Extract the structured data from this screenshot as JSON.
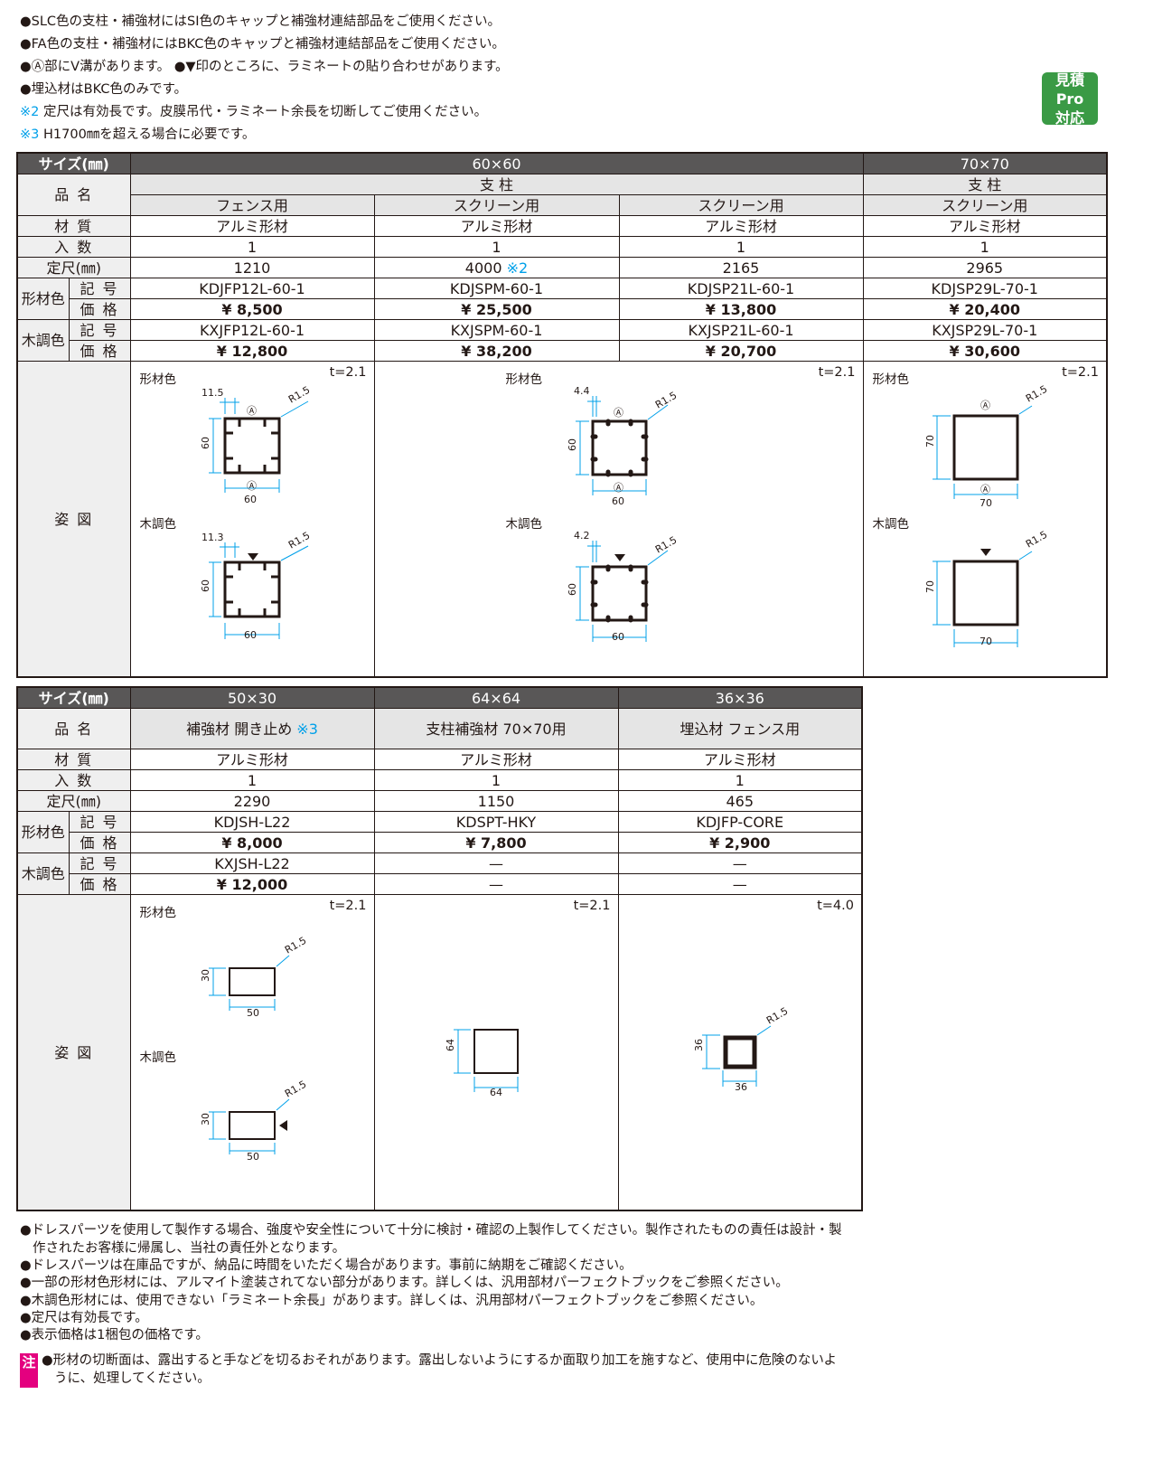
{
  "notes": {
    "n1": "●SLC色の支柱・補強材にはSI色のキャップと補強材連結部品をご使用ください。",
    "n2": "●FA色の支柱・補強材にはBKC色のキャップと補強材連結部品をご使用ください。",
    "n3": "●Ⓐ部にV溝があります。 ●▼印のところに、ラミネートの貼り合わせがあります。",
    "n4": "●埋込材はBKC色のみです。",
    "n5_mark": "※2",
    "n5_text": " 定尺は有効長です。皮膜吊代・ラミネート余長を切断してご使用ください。",
    "n6_mark": "※3",
    "n6_text": " H1700㎜を超える場合に必要です。"
  },
  "badge": {
    "line1": "見積Pro",
    "line2": "対応"
  },
  "labels": {
    "size": "サイズ(㎜)",
    "name": "品 名",
    "material": "材 質",
    "qty": "入 数",
    "length": "定尺(㎜)",
    "shape_color": "形材色",
    "wood_color": "木調色",
    "code": "記 号",
    "price": "価 格",
    "figure": "姿 図",
    "fig_shape": "形材色",
    "fig_wood": "木調色"
  },
  "table1": {
    "size_a": "60×60",
    "size_b": "70×70",
    "group_a": "支 柱",
    "group_b": "支 柱",
    "cols": [
      {
        "use": "フェンス用",
        "material": "アルミ形材",
        "qty": "1",
        "length": "1210",
        "length_mark": "",
        "code_s": "KDJFP12L-60-1",
        "price_s": "¥ 8,500",
        "code_w": "KXJFP12L-60-1",
        "price_w": "¥ 12,800",
        "t": "t=2.1"
      },
      {
        "use": "スクリーン用",
        "material": "アルミ形材",
        "qty": "1",
        "length": "4000 ",
        "length_mark": "※2",
        "code_s": "KDJSPM-60-1",
        "price_s": "¥ 25,500",
        "code_w": "KXJSPM-60-1",
        "price_w": "¥ 38,200",
        "t": "t=2.1"
      },
      {
        "use": "スクリーン用",
        "material": "アルミ形材",
        "qty": "1",
        "length": "2165",
        "length_mark": "",
        "code_s": "KDJSP21L-60-1",
        "price_s": "¥ 13,800",
        "code_w": "KXJSP21L-60-1",
        "price_w": "¥ 20,700",
        "t": ""
      },
      {
        "use": "スクリーン用",
        "material": "アルミ形材",
        "qty": "1",
        "length": "2965",
        "length_mark": "",
        "code_s": "KDJSP29L-70-1",
        "price_s": "¥ 20,400",
        "code_w": "KXJSP29L-70-1",
        "price_w": "¥ 30,600",
        "t": "t=2.1"
      }
    ]
  },
  "table2": {
    "cols": [
      {
        "size": "50×30",
        "name": "補強材 開き止め ",
        "name_mark": "※3",
        "material": "アルミ形材",
        "qty": "1",
        "length": "2290",
        "code_s": "KDJSH-L22",
        "price_s": "¥ 8,000",
        "code_w": "KXJSH-L22",
        "price_w": "¥ 12,000",
        "t": "t=2.1"
      },
      {
        "size": "64×64",
        "name": "支柱補強材 70×70用",
        "name_mark": "",
        "material": "アルミ形材",
        "qty": "1",
        "length": "1150",
        "code_s": "KDSPT-HKY",
        "price_s": "¥ 7,800",
        "code_w": "—",
        "price_w": "—",
        "t": "t=2.1"
      },
      {
        "size": "36×36",
        "name": "埋込材 フェンス用",
        "name_mark": "",
        "material": "アルミ形材",
        "qty": "1",
        "length": "465",
        "code_s": "KDJFP-CORE",
        "price_s": "¥ 2,900",
        "code_w": "—",
        "price_w": "—",
        "t": "t=4.0"
      }
    ]
  },
  "dims": {
    "d60": "60",
    "d70": "70",
    "d50": "50",
    "d30": "30",
    "d64": "64",
    "d36": "36",
    "r15": "R1.5",
    "a": "Ⓐ",
    "d115": "11.5",
    "d113": "11.3",
    "d44": "4.4",
    "d42": "4.2"
  },
  "footer": {
    "f1a": "●ドレスパーツを使用して製作する場合、強度や安全性について十分に検討・確認の上製作してください。製作されたものの責任は設計・製",
    "f1b": "作されたお客様に帰属し、当社の責任外となります。",
    "f2": "●ドレスパーツは在庫品ですが、納品に時間をいただく場合があります。事前に納期をご確認ください。",
    "f3": "●一部の形材色形材には、アルマイト塗装されてない部分があります。詳しくは、汎用部材パーフェクトブックをご参照ください。",
    "f4": "●木調色形材には、使用できない「ラミネート余長」があります。詳しくは、汎用部材パーフェクトブックをご参照ください。",
    "f5": "●定尺は有効長です。",
    "f6": "●表示価格は1梱包の価格です。",
    "warn_label": "注",
    "w1a": "●形材の切断面は、露出すると手などを切るおそれがあります。露出しないようにするか面取り加工を施すなど、使用中に危険のないよ",
    "w1b": "うに、処理してください。"
  }
}
